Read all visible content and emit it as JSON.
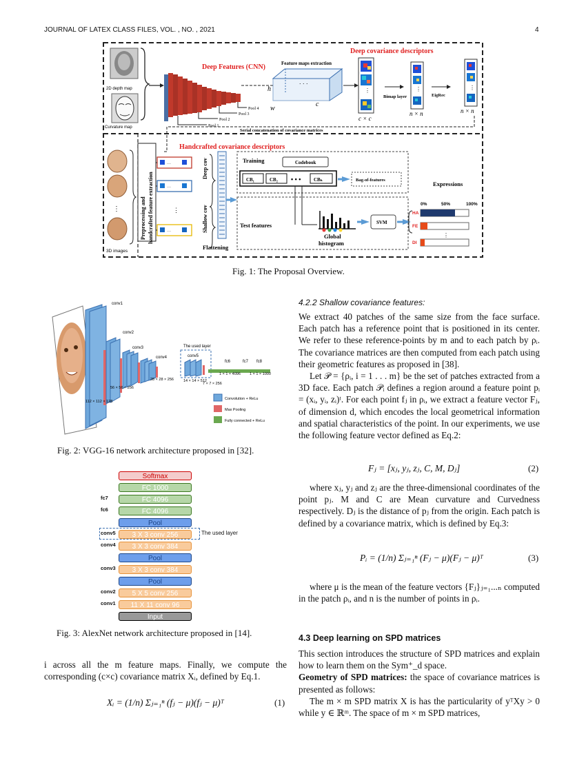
{
  "header": {
    "left": "JOURNAL OF LATEX CLASS FILES, VOL. , NO. , 2021",
    "page": "4"
  },
  "fig1": {
    "caption": "Fig. 1: The Proposal Overview.",
    "input_depth": "2D depth map",
    "input_curv": "Curvature map",
    "deep_features": "Deep Features (CNN)",
    "feature_maps": "Feature maps extraction",
    "deep_cov": "Deep covariance descriptors",
    "pool4": "Pool 4",
    "pool3": "Pool 3",
    "pool2": "Pool 2",
    "pool1": "Pool 1",
    "h": "h",
    "w": "w",
    "c": "c",
    "cxc": "c × c",
    "bimap": "Bimap layer",
    "nxn1": "n × n",
    "eigrec": "EigRec",
    "nxn2": "n × n",
    "serial": "Serial concatenation of covariance matrices",
    "handcrafted": "Handcrafted covariance descriptors",
    "preproc1": "Preprocessing and",
    "preproc2": "handcrafted feature extraction",
    "deep_cov_label": "Deep cov",
    "shallow_cov_label": "Shallow cov",
    "flattening": "Flattening",
    "three_d": "3D images",
    "training": "Training",
    "codebook": "Codebook",
    "cb1": "CB₁",
    "cb2": "CB₂",
    "cbh": "CBₕ",
    "bag": "Bag-of-features",
    "expressions": "Expressions",
    "test_features": "Test features",
    "global1": "Global",
    "global2": "histogram",
    "svm": "SVM",
    "pct0": "0%",
    "pct50": "50%",
    "pct100": "100%",
    "ha": "HA",
    "fe": "FE",
    "di": "DI"
  },
  "fig2": {
    "caption": "Fig. 2: VGG-16 network architecture proposed in [32].",
    "conv1": "conv1",
    "conv2": "conv2",
    "conv3": "conv3",
    "conv4": "conv4",
    "conv5": "conv5",
    "used_layer": "The used layer",
    "fc6": "fc6",
    "fc7": "fc7",
    "fc8": "fc8",
    "d224": "112 × 112 × 128",
    "d56": "56 × 56 × 256",
    "d28": "28 × 28 × 256",
    "d14": "14 × 14 × 512",
    "d7": "7 × 7 × 256",
    "d4096a": "1 × 1 × 4096",
    "d1000": "1 × 1 × 1000",
    "legend_conv": "Convolution + ReLu",
    "legend_pool": "Max Pooling",
    "legend_fc": "Fully connected + ReLu",
    "colors": {
      "conv": "#6fa8dc",
      "pool": "#e06666",
      "fc": "#6aa84f"
    }
  },
  "fig3": {
    "caption": "Fig. 3: AlexNet network architecture proposed in [14].",
    "layers": [
      {
        "text": "Softmax",
        "style": "softmax"
      },
      {
        "text": "FC 1000",
        "style": "fc"
      },
      {
        "text": "FC 4096",
        "style": "fc"
      },
      {
        "text": "FC 4096",
        "style": "fc"
      },
      {
        "text": "Pool",
        "style": "pool"
      },
      {
        "text": "3 X 3 conv 256",
        "style": "conv"
      },
      {
        "text": "3 X 3 conv 384",
        "style": "conv"
      },
      {
        "text": "Pool",
        "style": "pool"
      },
      {
        "text": "3 X 3 conv 384",
        "style": "conv"
      },
      {
        "text": "Pool",
        "style": "pool"
      },
      {
        "text": "5 X 5 conv 256",
        "style": "conv"
      },
      {
        "text": "11 X 11 conv 96",
        "style": "conv"
      },
      {
        "text": "Input",
        "style": "input"
      }
    ],
    "lbl_fc7": "fc7",
    "lbl_fc6": "fc6",
    "lbl_conv5": "conv5",
    "lbl_conv4": "conv4",
    "lbl_conv3": "conv3",
    "lbl_conv2": "conv2",
    "lbl_conv1": "conv1",
    "used_layer": "The used layer"
  },
  "left_col": {
    "para": "i across all the m feature maps. Finally, we compute the corresponding (c×c) covariance matrix Xᵢ, defined by Eq.1.",
    "eq1": "Xᵢ = (1/n) Σⱼ₌₁ⁿ (fⱼ − μ)(fⱼ − μ)ᵀ",
    "eq1_no": "(1)"
  },
  "right_col": {
    "subsection": "4.2.2   Shallow covariance features:",
    "p1": "We extract 40 patches of the same size from the face surface. Each patch has a reference point that is positioned in its center. We refer to these reference-points by m and to each patch by ρᵢ. The covariance matrices are then computed from each patch using their geometric features as proposed in [38].",
    "p2": "Let 𝒫 = {ρᵢ, i = 1 . . . m} be the set of patches extracted from a 3D face. Each patch 𝒫ᵢ defines a region around a feature point pᵢ = (xᵢ, yᵢ, zᵢ)ᵗ. For each point fⱼ in ρᵢ, we extract a feature vector Fⱼ, of dimension d, which encodes the local geometrical information and spatial characteristics of the point. In our experiments, we use the following feature vector defined as Eq.2:",
    "eq2": "Fⱼ = [xⱼ, yⱼ, zⱼ, C, M, Dⱼ]",
    "eq2_no": "(2)",
    "p3": "where xⱼ, yⱼ and zⱼ are the three-dimensional coordinates of the point pⱼ. M and C are Mean curvature and Curvedness respectively. Dⱼ is the distance of pⱼ from the origin. Each patch is defined by a covariance matrix, which is defined by Eq.3:",
    "eq3": "Pᵢ = (1/n) Σⱼ₌₁ⁿ (Fⱼ − μ)(Fⱼ − μ)ᵀ",
    "eq3_no": "(3)",
    "p4": "where μ is the mean of the feature vectors {Fⱼ}ⱼ₌₁...ₙ computed in the patch ρᵢ, and n is the number of points in ρᵢ.",
    "section": "4.3   Deep learning on SPD matrices",
    "p5": "This section introduces the structure of SPD matrices and explain how to learn them on the Sym⁺_d space.",
    "p6_bold": "Geometry of SPD matrices:",
    "p6": " the space of covariance matrices is presented as follows:",
    "p7": "The m × m SPD matrix X is has the particularity of yᵀXy > 0 while y ∈ ℝᵐ. The space of m × m SPD matrices,"
  }
}
